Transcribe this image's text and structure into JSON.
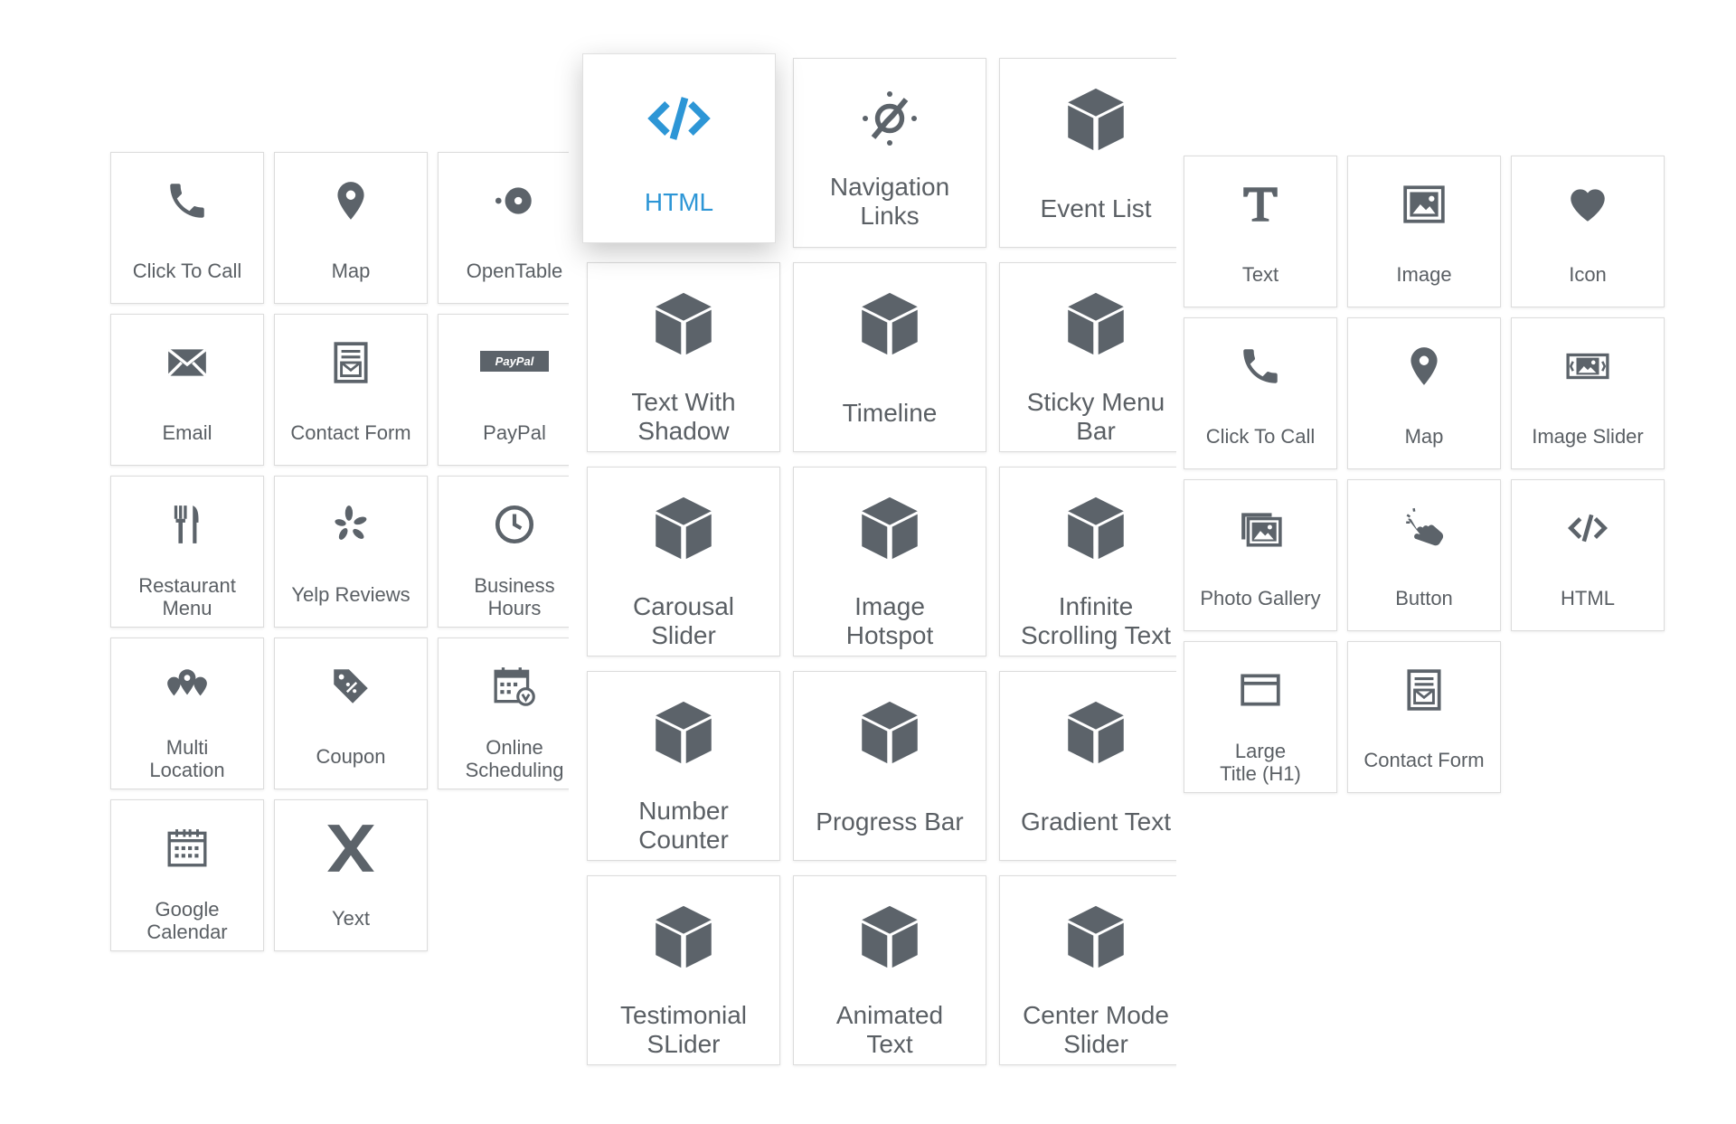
{
  "icon_color": "#5c636a",
  "active_color": "#2d96d6",
  "left_panel": {
    "tiles": [
      {
        "label": "Click To Call",
        "icon": "phone-icon"
      },
      {
        "label": "Map",
        "icon": "map-pin-icon"
      },
      {
        "label": "OpenTable",
        "icon": "opentable-icon"
      },
      {
        "label": "Email",
        "icon": "envelope-icon"
      },
      {
        "label": "Contact Form",
        "icon": "contact-form-icon"
      },
      {
        "label": "PayPal",
        "icon": "paypal-icon",
        "badge": "PayPal"
      },
      {
        "label": "Restaurant\nMenu",
        "icon": "fork-knife-icon"
      },
      {
        "label": "Yelp Reviews",
        "icon": "yelp-icon"
      },
      {
        "label": "Business\nHours",
        "icon": "clock-icon"
      },
      {
        "label": "Multi\nLocation",
        "icon": "multi-location-icon"
      },
      {
        "label": "Coupon",
        "icon": "coupon-tag-icon"
      },
      {
        "label": "Online\nScheduling",
        "icon": "calendar-check-icon"
      },
      {
        "label": "Google\nCalendar",
        "icon": "calendar-icon"
      },
      {
        "label": "Yext",
        "icon": "yext-icon"
      }
    ]
  },
  "middle_panel": {
    "tiles": [
      {
        "label": "HTML",
        "icon": "code-icon"
      },
      {
        "label": "Navigation\nLinks",
        "icon": "compass-icon"
      },
      {
        "label": "Event List",
        "icon": "cube-icon"
      },
      {
        "label": "Text With\nShadow",
        "icon": "cube-icon"
      },
      {
        "label": "Timeline",
        "icon": "cube-icon"
      },
      {
        "label": "Sticky Menu\nBar",
        "icon": "cube-icon"
      },
      {
        "label": "Carousal\nSlider",
        "icon": "cube-icon"
      },
      {
        "label": "Image\nHotspot",
        "icon": "cube-icon"
      },
      {
        "label": "Infinite\nScrolling Text",
        "icon": "cube-icon"
      },
      {
        "label": "Number\nCounter",
        "icon": "cube-icon"
      },
      {
        "label": "Progress Bar",
        "icon": "cube-icon"
      },
      {
        "label": "Gradient Text",
        "icon": "cube-icon"
      },
      {
        "label": "Testimonial\nSLider",
        "icon": "cube-icon"
      },
      {
        "label": "Animated\nText",
        "icon": "cube-icon"
      },
      {
        "label": "Center Mode\nSlider",
        "icon": "cube-icon"
      }
    ]
  },
  "right_panel": {
    "tiles": [
      {
        "label": "Text",
        "icon": "text-t-icon"
      },
      {
        "label": "Image",
        "icon": "image-icon"
      },
      {
        "label": "Icon",
        "icon": "heart-icon"
      },
      {
        "label": "Click To Call",
        "icon": "phone-icon"
      },
      {
        "label": "Map",
        "icon": "map-pin-icon"
      },
      {
        "label": "Image Slider",
        "icon": "image-slider-icon"
      },
      {
        "label": "Photo Gallery",
        "icon": "photo-gallery-icon"
      },
      {
        "label": "Button",
        "icon": "pointer-hand-icon"
      },
      {
        "label": "HTML",
        "icon": "code-icon"
      },
      {
        "label": "Large\nTitle (H1)",
        "icon": "title-box-icon"
      },
      {
        "label": "Contact Form",
        "icon": "contact-form-icon"
      }
    ]
  }
}
